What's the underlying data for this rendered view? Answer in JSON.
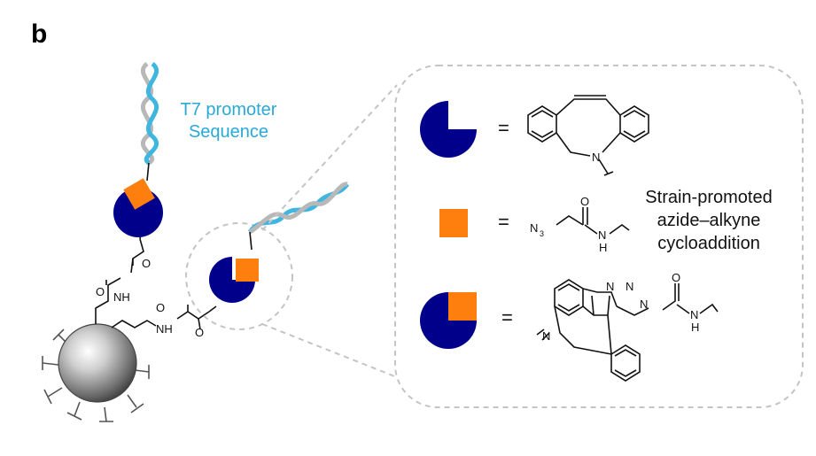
{
  "panel_letter": "b",
  "labels": {
    "t7_line1": "T7 promoter",
    "t7_line2": "Sequence",
    "reaction_line1": "Strain-promoted",
    "reaction_line2": "azide–alkyne",
    "reaction_line3": "cycloaddition"
  },
  "legend": {
    "equals": "=",
    "dbco_atoms": {
      "n": "N"
    },
    "azide_atoms": {
      "n3": "N",
      "n3_sub": "3",
      "o": "O",
      "nh_n": "N",
      "nh_h": "H"
    },
    "product_atoms": {
      "n_left": "N",
      "triazole_n1": "N",
      "triazole_n2": "N",
      "triazole_n3": "N",
      "o": "O",
      "nh_n": "N",
      "nh_h": "H"
    }
  },
  "linker_atoms": {
    "upper_o": "O",
    "upper_nh": "NH",
    "upper_o2": "O",
    "lower_o": "O",
    "lower_nh": "NH",
    "lower_o2": "O"
  },
  "colors": {
    "navy": "#00008b",
    "orange": "#ff7f0e",
    "dna_blue": "#3fb6e0",
    "dna_grey": "#b8b8b8",
    "label_blue": "#29a9d8",
    "dash_grey": "#c4c4c4"
  }
}
